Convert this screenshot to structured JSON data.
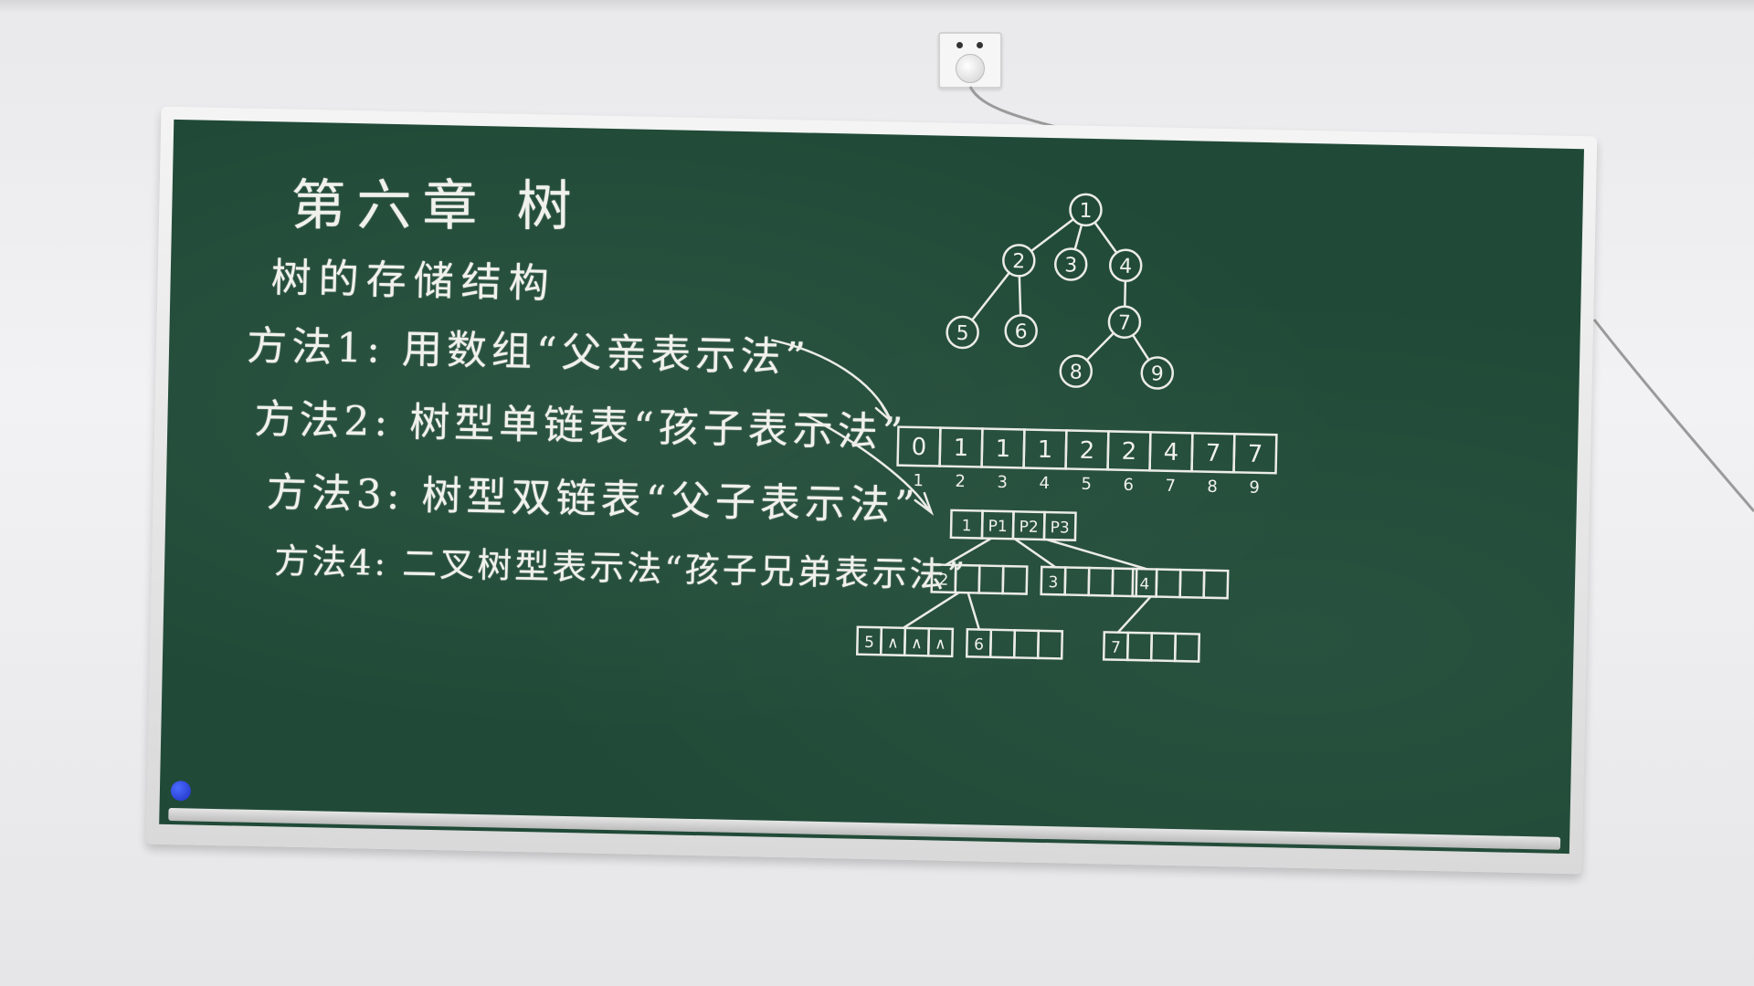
{
  "board": {
    "title": "第六章 树",
    "subtitle": "树的存储结构",
    "methods": [
      "方法1: 用数组“父亲表示法”",
      "方法2: 树型单链表“孩子表示法”",
      "方法3: 树型双链表“父子表示法”",
      "方法4: 二叉树型表示法“孩子兄弟表示法”"
    ]
  },
  "tree": {
    "nodes": [
      "1",
      "2",
      "3",
      "4",
      "5",
      "6",
      "7",
      "8",
      "9"
    ],
    "edges": [
      [
        "1",
        "2"
      ],
      [
        "1",
        "3"
      ],
      [
        "1",
        "4"
      ],
      [
        "2",
        "5"
      ],
      [
        "2",
        "6"
      ],
      [
        "4",
        "7"
      ],
      [
        "7",
        "8"
      ],
      [
        "7",
        "9"
      ]
    ]
  },
  "parent_array": {
    "values": [
      "0",
      "1",
      "1",
      "1",
      "2",
      "2",
      "4",
      "7",
      "7"
    ],
    "indices": [
      "1",
      "2",
      "3",
      "4",
      "5",
      "6",
      "7",
      "8",
      "9"
    ]
  },
  "linked_nodes": {
    "root": [
      "1",
      "P1",
      "P2",
      "P3"
    ],
    "level1": [
      [
        "2",
        "",
        "",
        ""
      ],
      [
        "3",
        "",
        "",
        ""
      ],
      [
        "4",
        "",
        "",
        ""
      ]
    ],
    "level2": [
      [
        "5",
        "∧",
        "∧",
        "∧"
      ],
      [
        "6",
        "",
        "",
        ""
      ],
      [
        "7",
        "",
        "",
        ""
      ]
    ]
  }
}
